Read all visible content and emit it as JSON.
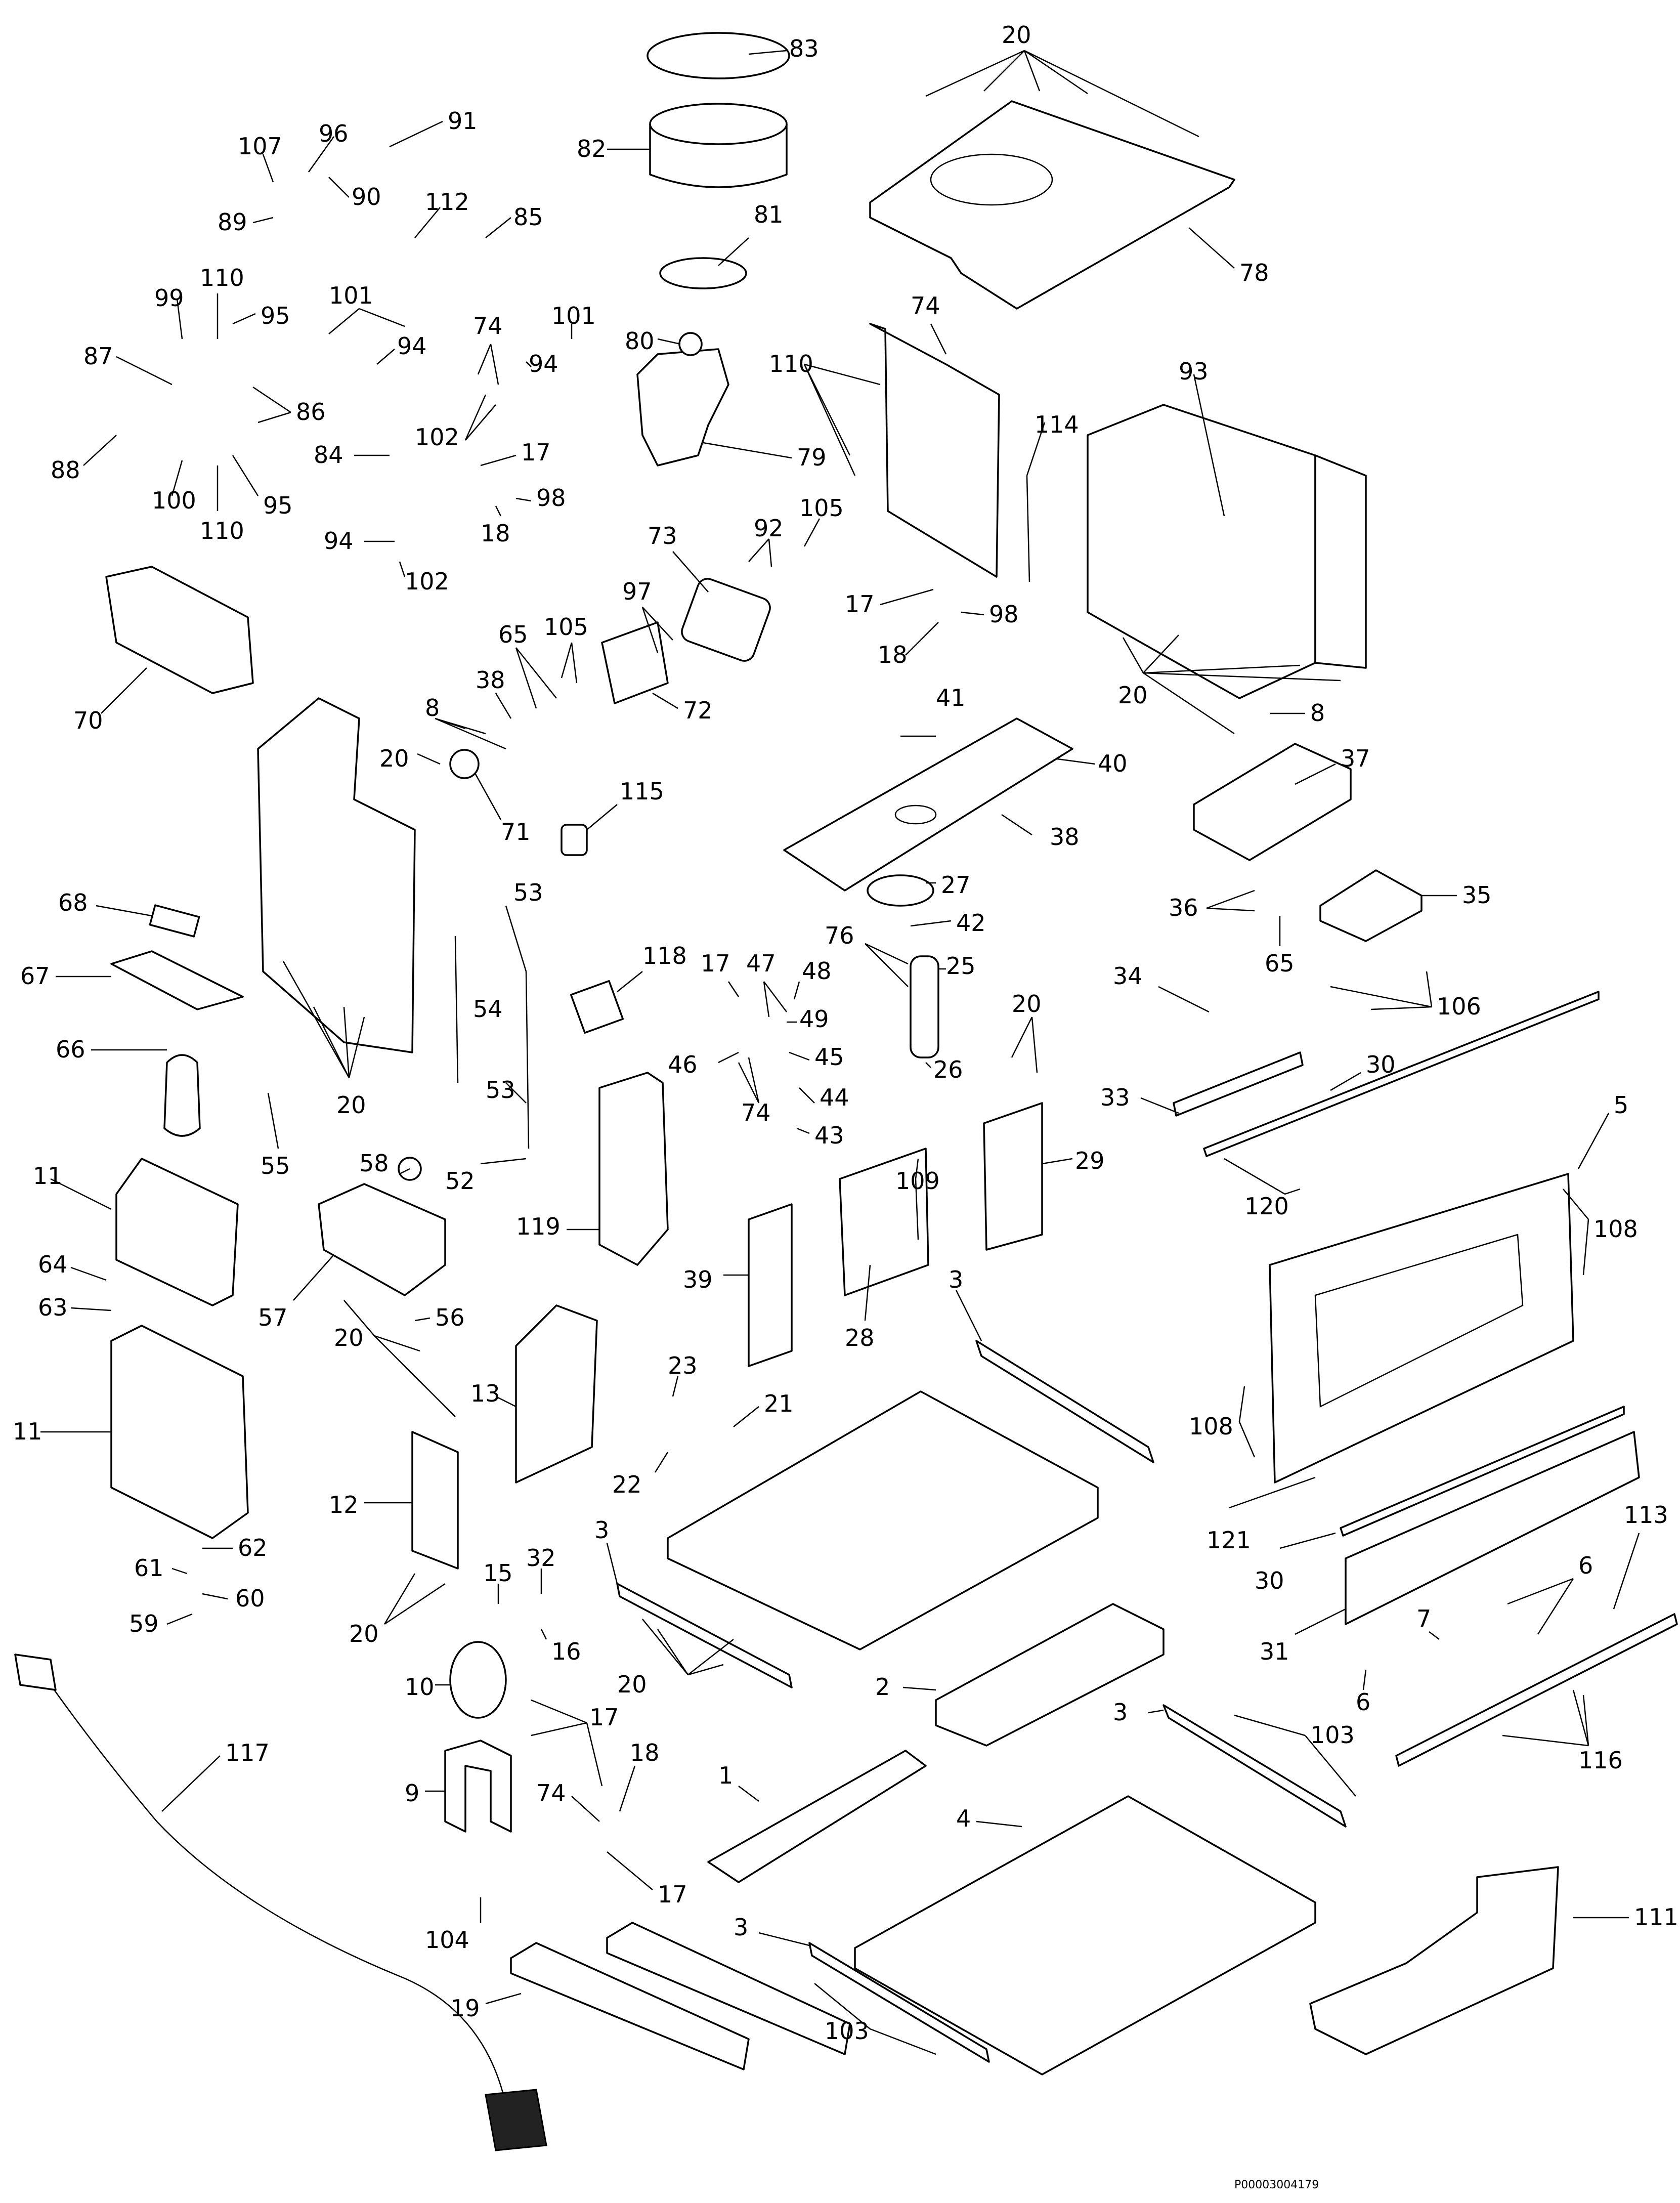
{
  "drawing": {
    "doc_number": "P00003004179",
    "callouts": [
      "1",
      "2",
      "3",
      "4",
      "5",
      "6",
      "7",
      "8",
      "9",
      "10",
      "11",
      "12",
      "13",
      "15",
      "16",
      "17",
      "18",
      "19",
      "20",
      "21",
      "22",
      "23",
      "25",
      "26",
      "27",
      "28",
      "29",
      "30",
      "31",
      "32",
      "33",
      "34",
      "35",
      "36",
      "37",
      "38",
      "39",
      "40",
      "41",
      "42",
      "43",
      "44",
      "45",
      "46",
      "47",
      "48",
      "49",
      "52",
      "53",
      "54",
      "55",
      "56",
      "57",
      "58",
      "59",
      "60",
      "61",
      "62",
      "63",
      "64",
      "65",
      "66",
      "67",
      "68",
      "70",
      "71",
      "72",
      "73",
      "74",
      "76",
      "78",
      "79",
      "80",
      "81",
      "82",
      "83",
      "84",
      "85",
      "86",
      "87",
      "88",
      "89",
      "90",
      "91",
      "92",
      "93",
      "94",
      "95",
      "96",
      "97",
      "98",
      "99",
      "100",
      "101",
      "102",
      "103",
      "104",
      "105",
      "106",
      "107",
      "108",
      "109",
      "110",
      "111",
      "112",
      "113",
      "114",
      "115",
      "116",
      "117",
      "118",
      "119",
      "120",
      "121"
    ]
  }
}
